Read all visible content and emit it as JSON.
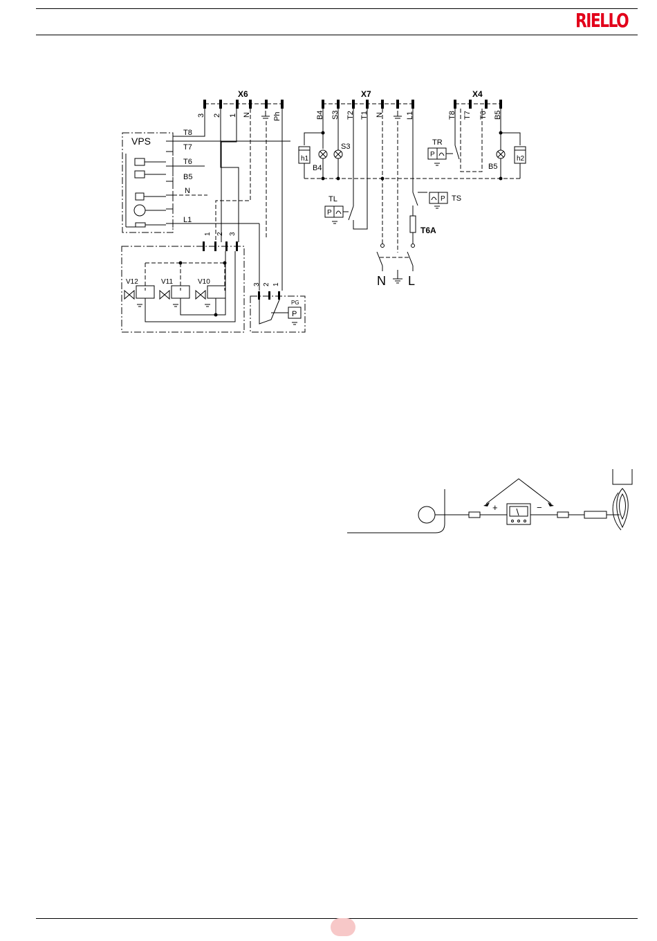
{
  "header": {
    "brand": "RIELLO"
  },
  "colors": {
    "brand": "#e2001a",
    "badge": "#f7c8c8"
  },
  "diagram": {
    "connectors": {
      "x6": "X6",
      "x7": "X7",
      "x4": "X4"
    },
    "x6_pins": [
      "3",
      "2",
      "1",
      "N",
      "Ph"
    ],
    "x7_pins": [
      "B4",
      "S3",
      "T2",
      "T1",
      "N",
      "L1"
    ],
    "x4_pins": [
      "T8",
      "T7",
      "T6",
      "B5"
    ],
    "vps": {
      "title": "VPS",
      "terms": [
        "T8",
        "T7",
        "T6",
        "B5",
        "N",
        "L1"
      ]
    },
    "valve_plug": [
      "1",
      "2",
      "3"
    ],
    "valves": [
      "V12",
      "V11",
      "V10"
    ],
    "pg_plug": [
      "3",
      "2",
      "1"
    ],
    "pg": {
      "label": "PG",
      "p": "P"
    },
    "lamps": {
      "h1": "h1",
      "h2": "h2",
      "s3": "S3",
      "b4": "B4",
      "b5": "B5"
    },
    "devices": {
      "tr": "TR",
      "tl": "TL",
      "ts": "TS",
      "p": "P",
      "fuse": "T6A"
    },
    "supply": {
      "n": "N",
      "l": "L"
    }
  },
  "ionization": {
    "plus": "+",
    "minus": "−"
  }
}
